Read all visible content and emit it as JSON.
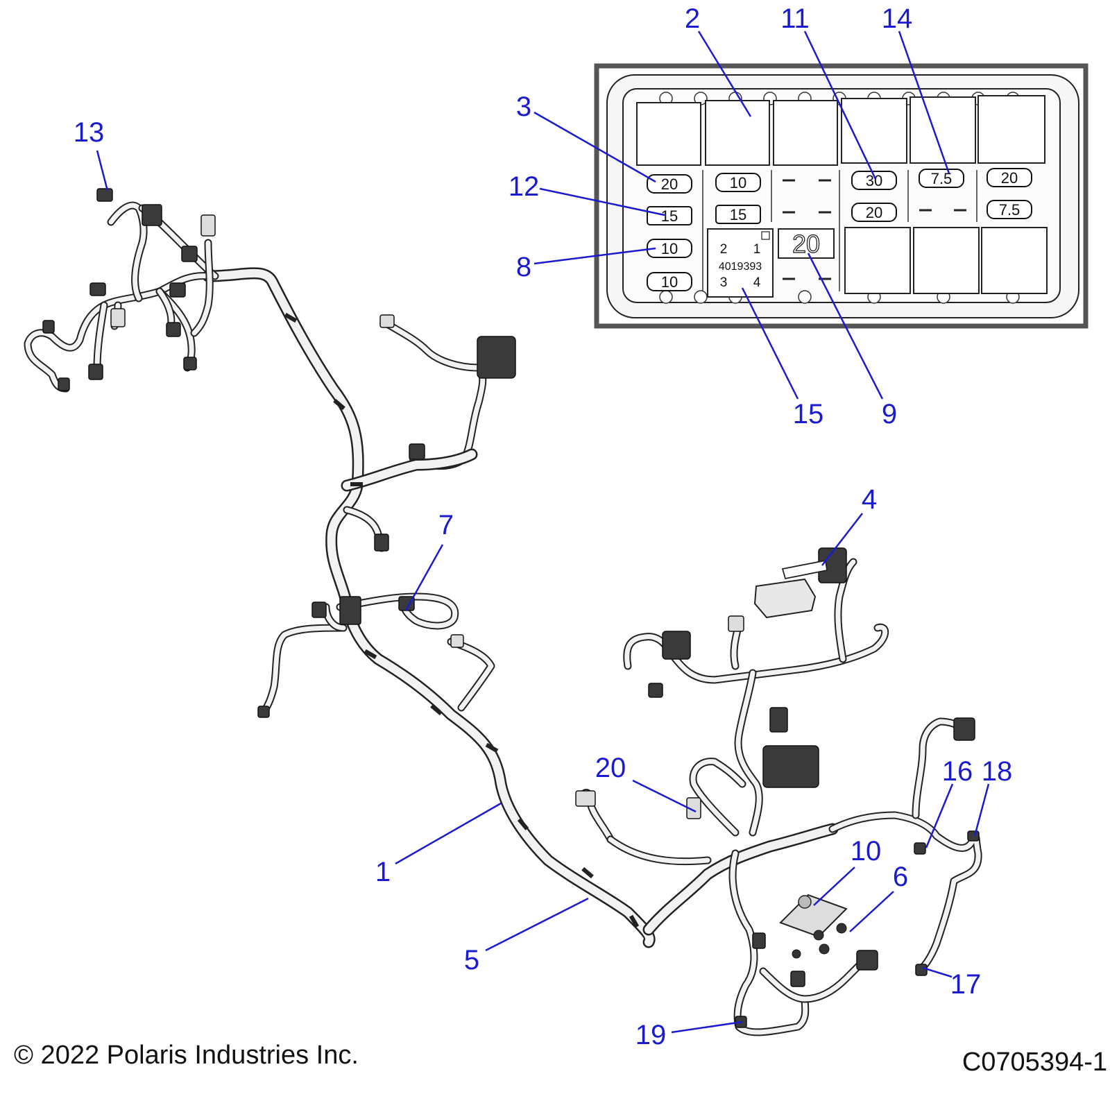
{
  "footer": {
    "copyright": "© 2022 Polaris Industries Inc.",
    "diagram_id": "C0705394-1"
  },
  "callouts": {
    "c1": "1",
    "c2": "2",
    "c3": "3",
    "c4": "4",
    "c5": "5",
    "c6": "6",
    "c7": "7",
    "c8": "8",
    "c9": "9",
    "c10": "10",
    "c11": "11",
    "c12": "12",
    "c13": "13",
    "c14": "14",
    "c15": "15",
    "c16": "16",
    "c17": "17",
    "c18": "18",
    "c19": "19",
    "c20": "20"
  },
  "fuse_box": {
    "fuses": {
      "r1c1": "20",
      "r1c2": "10",
      "r1c5": "30",
      "r1c6": "7.5",
      "r1c7": "20",
      "r2c1": "15",
      "r2c2": "15",
      "r2c5": "20",
      "r2c7": "7.5",
      "r3c1": "10",
      "r4c1": "10"
    },
    "relay": {
      "pin2": "2",
      "pin1": "1",
      "part_no": "4019393",
      "pin3": "3",
      "pin4": "4"
    },
    "big_fuse": "20"
  }
}
